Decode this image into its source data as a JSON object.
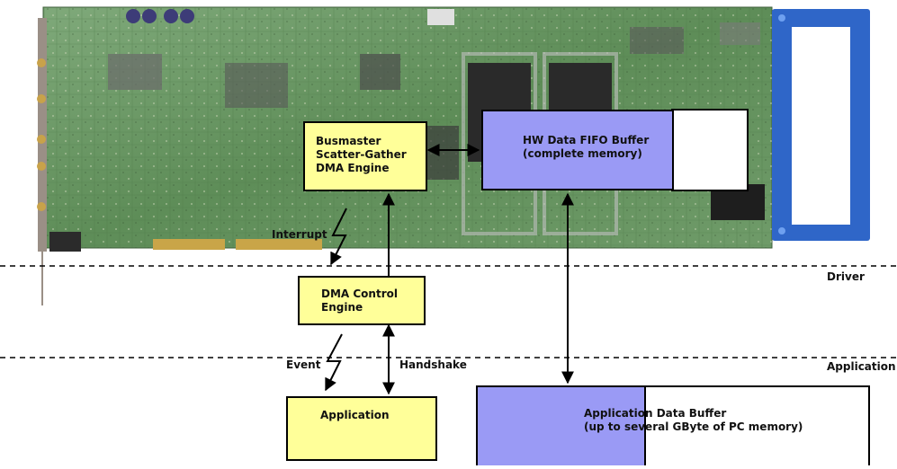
{
  "blocks": {
    "dma_engine": "Busmaster\nScatter-Gather\nDMA Engine",
    "hw_fifo": "HW Data FIFO Buffer\n(complete memory)",
    "dma_control": "DMA Control\nEngine",
    "application": "Application",
    "app_buffer": "Application Data Buffer\n(up to several GByte of PC memory)"
  },
  "signals": {
    "interrupt": "Interrupt",
    "event": "Event",
    "handshake": "Handshake"
  },
  "layers": {
    "driver": "Driver",
    "application": "Application"
  },
  "colors": {
    "yellow": "#ffff99",
    "purple": "#9a9af5",
    "pcb": "#5f8f55",
    "handle": "#2f66c8"
  }
}
